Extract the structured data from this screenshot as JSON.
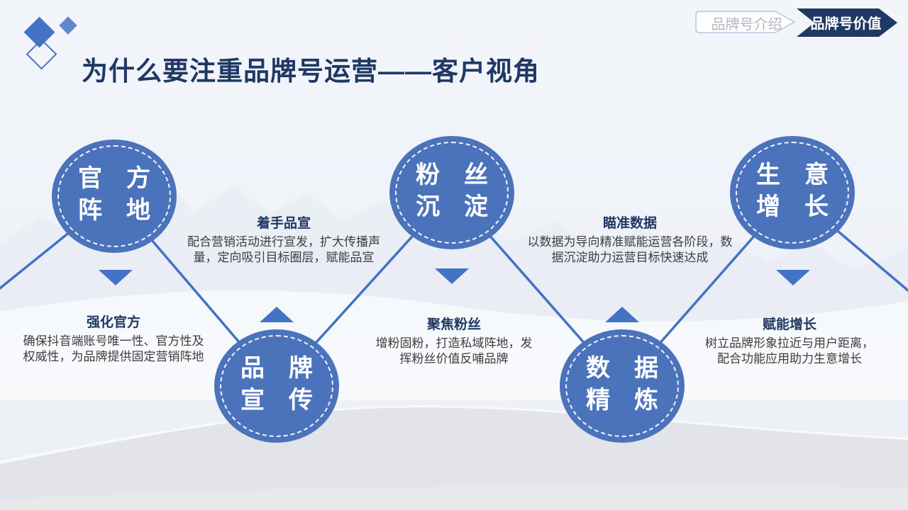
{
  "slide": {
    "title": "为什么要注重品牌号运营——客户视角"
  },
  "nav": {
    "tab_inactive": "品牌号介绍",
    "tab_active": "品牌号价值"
  },
  "colors": {
    "accent_blue": "#4B73BB",
    "line_blue": "#4472C4",
    "navy": "#1F3864",
    "inactive_tab_text": "#B4B8C2",
    "body_text": "#3D3D3D"
  },
  "flow": {
    "nodes": [
      {
        "id": "official-base",
        "line1": "官　方",
        "line2": "阵　地"
      },
      {
        "id": "brand-promotion",
        "line1": "品　牌",
        "line2": "宣　传"
      },
      {
        "id": "fans-accumulation",
        "line1": "粉　丝",
        "line2": "沉　淀"
      },
      {
        "id": "data-refinement",
        "line1": "数　据",
        "line2": "精　炼"
      },
      {
        "id": "business-growth",
        "line1": "生　意",
        "line2": "增　长"
      }
    ],
    "callouts": [
      {
        "title": "着手品宣",
        "body": "配合营销活动进行宣发，扩大传播声量，定向吸引目标圈层，赋能品宣"
      },
      {
        "title": "瞄准数据",
        "body": "以数据为导向精准赋能运营各阶段，数据沉淀助力运营目标快速达成"
      },
      {
        "title": "强化官方",
        "body": "确保抖音端账号唯一性、官方性及权威性，为品牌提供固定营销阵地"
      },
      {
        "title": "聚焦粉丝",
        "body": "增粉固粉，打造私域阵地，发挥粉丝价值反哺品牌"
      },
      {
        "title": "赋能增长",
        "body": "树立品牌形象拉近与用户距离，配合功能应用助力生意增长"
      }
    ]
  }
}
